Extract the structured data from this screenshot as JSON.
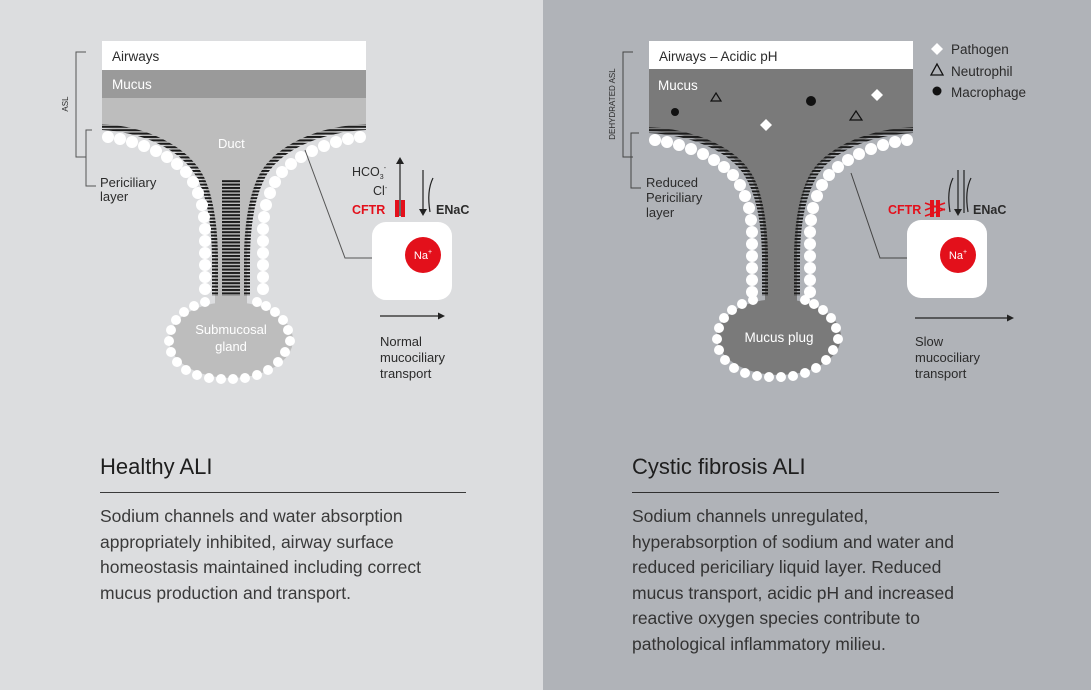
{
  "healthy": {
    "airways": "Airways",
    "mucus": "Mucus",
    "asl": "ASL",
    "duct": "Duct",
    "periciliary_line1": "Periciliary",
    "periciliary_line2": "layer",
    "gland_line1": "Submucosal",
    "gland_line2": "gland",
    "hco3": "HCO",
    "hco3_sub": "3",
    "hco3_sup": "-",
    "cl": "Cl",
    "cl_sup": "-",
    "cftr": "CFTR",
    "enac": "ENaC",
    "na": "Na",
    "na_sup": "+",
    "transport_line1": "Normal",
    "transport_line2": "mucociliary",
    "transport_line3": "transport",
    "title": "Healthy ALI",
    "description": [
      "Sodium channels and water absorption",
      "appropriately inhibited, airway surface",
      "homeostasis maintained including correct",
      "mucus production and transport."
    ]
  },
  "cf": {
    "airways": "Airways – Acidic pH",
    "mucus": "Mucus",
    "asl": "DEHYDRATED ASL",
    "periciliary_line1": "Reduced",
    "periciliary_line2": "Periciliary",
    "periciliary_line3": "layer",
    "plug": "Mucus plug",
    "cftr": "CFTR",
    "enac": "ENaC",
    "na": "Na",
    "na_sup": "+",
    "legend": [
      "Pathogen",
      "Neutrophil",
      "Macrophage"
    ],
    "legend_icons": [
      "diamond-icon",
      "triangle-icon",
      "dot-icon"
    ],
    "transport_line1": "Slow",
    "transport_line2": "mucociliary",
    "transport_line3": "transport",
    "title": "Cystic fibrosis ALI",
    "description": [
      "Sodium channels unregulated,",
      "hyperabsorption of sodium and water and",
      "reduced periciliary liquid layer. Reduced",
      "mucus transport, acidic pH and increased",
      "reactive oxygen species contribute to",
      "pathological inflammatory milieu."
    ]
  },
  "colors": {
    "accent_red": "#e3101b",
    "left_bg": "#dcdddf",
    "right_bg": "#b0b3b8",
    "mucus_healthy": "#9a9a9a",
    "liquid_healthy": "#bdbdbd",
    "mucus_cf": "#7a7a7a"
  }
}
